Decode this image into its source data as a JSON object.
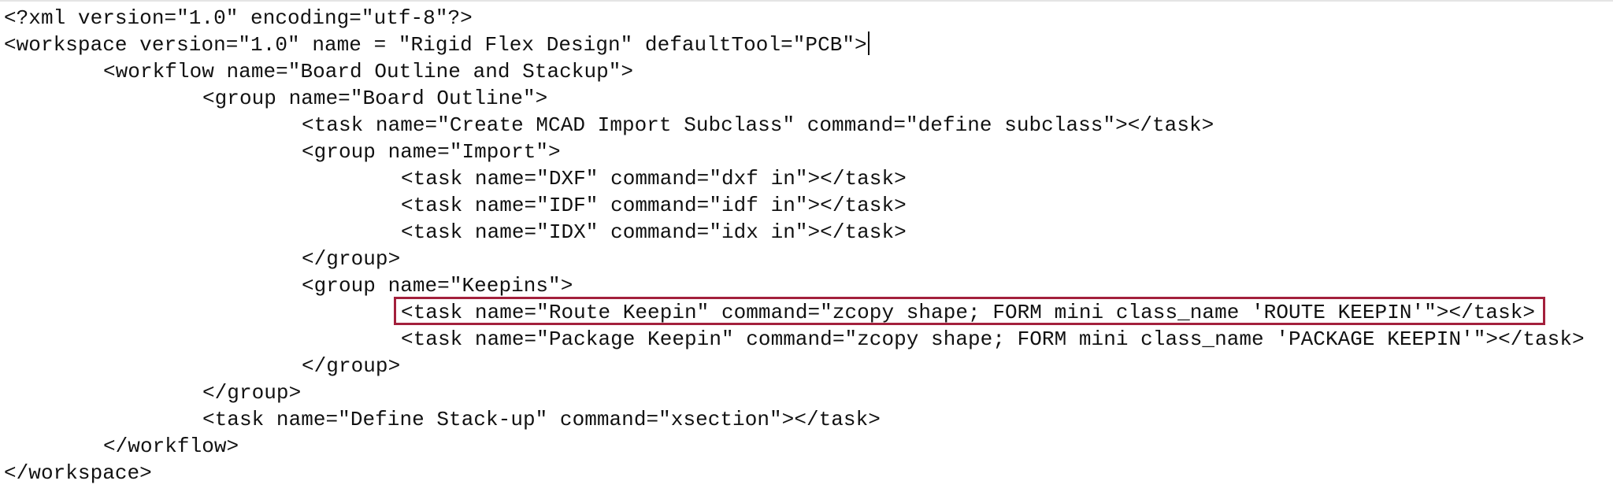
{
  "document": {
    "lines": [
      {
        "text": "<?xml version=\"1.0\" encoding=\"utf-8\"?>"
      },
      {
        "text": "<workspace version=\"1.0\" name = \"Rigid Flex Design\" defaultTool=\"PCB\">"
      },
      {
        "text": "<workflow name=\"Board Outline and Stackup\">"
      },
      {
        "text": "<group name=\"Board Outline\">"
      },
      {
        "text": "<task name=\"Create MCAD Import Subclass\" command=\"define subclass\"></task>"
      },
      {
        "text": "<group name=\"Import\">"
      },
      {
        "text": "<task name=\"DXF\" command=\"dxf in\"></task>"
      },
      {
        "text": "<task name=\"IDF\" command=\"idf in\"></task>"
      },
      {
        "text": "<task name=\"IDX\" command=\"idx in\"></task>"
      },
      {
        "text": "</group>"
      },
      {
        "text": "<group name=\"Keepins\">"
      },
      {
        "text": "<task name=\"Route Keepin\" command=\"zcopy shape; FORM mini class_name 'ROUTE KEEPIN'\"></task>"
      },
      {
        "text": "<task name=\"Package Keepin\" command=\"zcopy shape; FORM mini class_name 'PACKAGE KEEPIN'\"></task>"
      },
      {
        "text": "</group>"
      },
      {
        "text": "</group>"
      },
      {
        "text": "<task name=\"Define Stack-up\" command=\"xsection\"></task>"
      },
      {
        "text": "</workflow>"
      },
      {
        "text": "</workspace>"
      }
    ],
    "highlighted_line": 11,
    "highlight_color": "#a3203c"
  }
}
